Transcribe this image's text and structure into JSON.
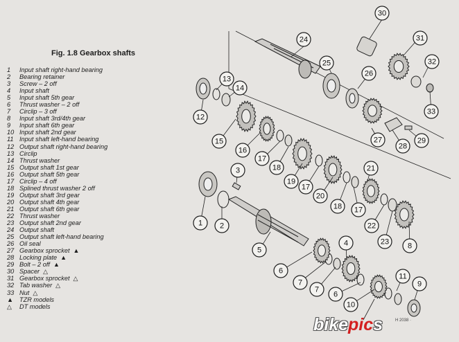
{
  "figure": {
    "title": "Fig. 1.8 Gearbox shafts"
  },
  "legend": {
    "items": [
      {
        "num": "1",
        "text": "Input shaft right-hand bearing",
        "mark": ""
      },
      {
        "num": "2",
        "text": "Bearing retainer",
        "mark": ""
      },
      {
        "num": "3",
        "text": "Screw – 2 off",
        "mark": ""
      },
      {
        "num": "4",
        "text": "Input shaft",
        "mark": ""
      },
      {
        "num": "5",
        "text": "Input shaft 5th gear",
        "mark": ""
      },
      {
        "num": "6",
        "text": "Thrust washer – 2 off",
        "mark": ""
      },
      {
        "num": "7",
        "text": "Circlip – 3 off",
        "mark": ""
      },
      {
        "num": "8",
        "text": "Input shaft 3rd/4th gear",
        "mark": ""
      },
      {
        "num": "9",
        "text": "Input shaft 6th gear",
        "mark": ""
      },
      {
        "num": "10",
        "text": "Input shaft 2nd gear",
        "mark": ""
      },
      {
        "num": "11",
        "text": "Input shaft left-hand bearing",
        "mark": ""
      },
      {
        "num": "12",
        "text": "Output shaft right-hand bearing",
        "mark": ""
      },
      {
        "num": "13",
        "text": "Circlip",
        "mark": ""
      },
      {
        "num": "14",
        "text": "Thrust washer",
        "mark": ""
      },
      {
        "num": "15",
        "text": "Output shaft 1st gear",
        "mark": ""
      },
      {
        "num": "16",
        "text": "Output shaft 5th gear",
        "mark": ""
      },
      {
        "num": "17",
        "text": "Circlip – 4 off",
        "mark": ""
      },
      {
        "num": "18",
        "text": "Splined thrust washer 2 off",
        "mark": ""
      },
      {
        "num": "19",
        "text": "Output shaft 3rd gear",
        "mark": ""
      },
      {
        "num": "20",
        "text": "Output shaft 4th gear",
        "mark": ""
      },
      {
        "num": "21",
        "text": "Output shaft 6th gear",
        "mark": ""
      },
      {
        "num": "22",
        "text": "Thrust washer",
        "mark": ""
      },
      {
        "num": "23",
        "text": "Output shaft 2nd gear",
        "mark": ""
      },
      {
        "num": "24",
        "text": "Output shaft",
        "mark": ""
      },
      {
        "num": "25",
        "text": "Output shaft left-hand bearing",
        "mark": ""
      },
      {
        "num": "26",
        "text": "Oil seal",
        "mark": ""
      },
      {
        "num": "27",
        "text": "Gearbox sprocket",
        "mark": "▲"
      },
      {
        "num": "28",
        "text": "Locking plate",
        "mark": "▲"
      },
      {
        "num": "29",
        "text": "Bolt – 2 off",
        "mark": "▲"
      },
      {
        "num": "30",
        "text": "Spacer",
        "mark": "△"
      },
      {
        "num": "31",
        "text": "Gearbox sprocket",
        "mark": "△"
      },
      {
        "num": "32",
        "text": "Tab washer",
        "mark": "△"
      },
      {
        "num": "33",
        "text": "Nut",
        "mark": "△"
      },
      {
        "num": "▲",
        "text": "TZR models",
        "mark": ""
      },
      {
        "num": "△",
        "text": "DT models",
        "mark": ""
      }
    ]
  },
  "callouts": [
    "30",
    "31",
    "24",
    "32",
    "25",
    "26",
    "13",
    "14",
    "33",
    "12",
    "27",
    "28",
    "29",
    "15",
    "16",
    "17",
    "18",
    "19",
    "17",
    "20",
    "21",
    "3",
    "18",
    "17",
    "1",
    "2",
    "22",
    "23",
    "8",
    "4",
    "5",
    "6",
    "7",
    "7",
    "6",
    "10",
    "11",
    "9"
  ],
  "watermark": {
    "brand_pre": "bike",
    "brand_accent": "pic",
    "brand_post": "s",
    "url": "H 2038 ·"
  }
}
